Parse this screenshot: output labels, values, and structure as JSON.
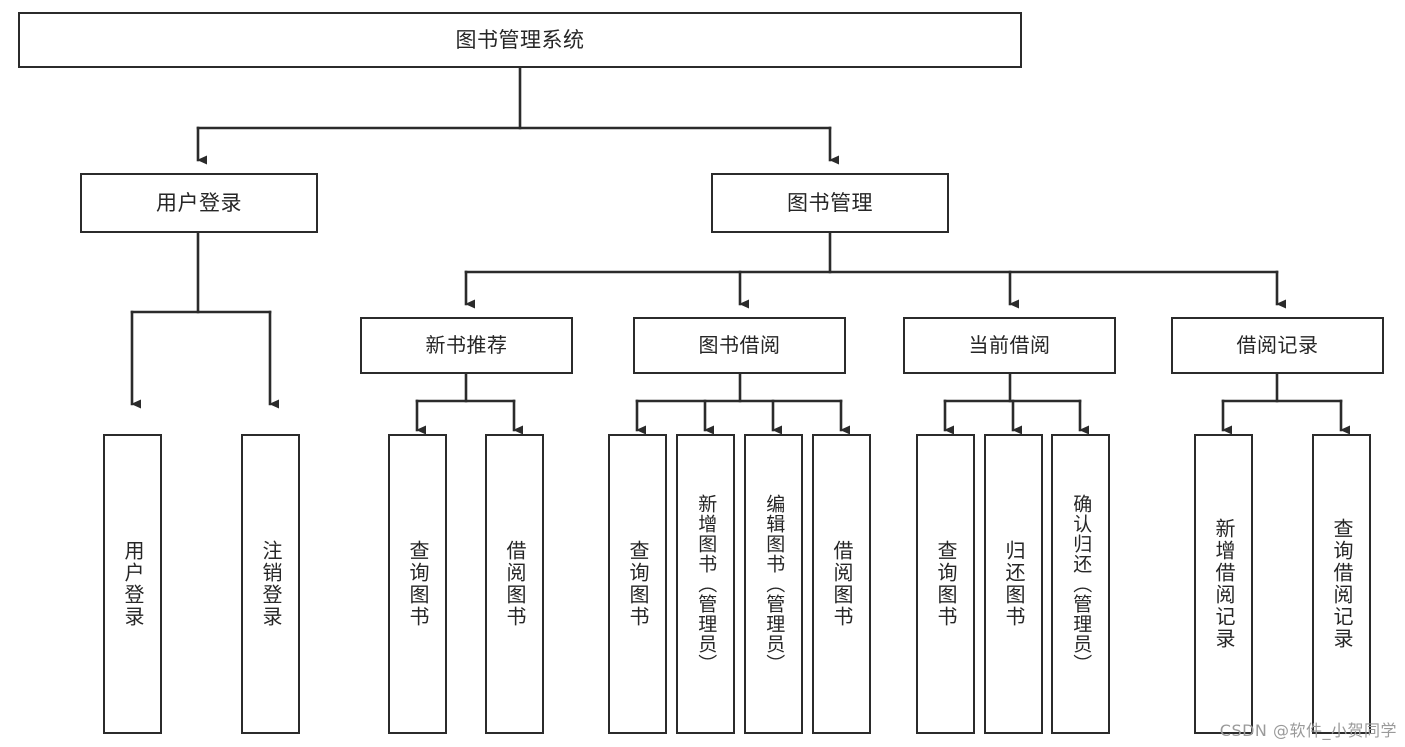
{
  "diagram": {
    "title": "图书管理系统",
    "type": "tree-hierarchy",
    "watermark": "CSDN @软件_小贺同学",
    "colors": {
      "background": "#ffffff",
      "node_border": "#2b2b2b",
      "node_fill": "#ffffff",
      "text": "#262626",
      "edge": "#2b2b2b",
      "watermark": "#9a9a9a"
    },
    "root": {
      "label": "图书管理系统"
    },
    "level1": [
      {
        "label": "用户登录"
      },
      {
        "label": "图书管理"
      }
    ],
    "level2": [
      {
        "label": "新书推荐"
      },
      {
        "label": "图书借阅"
      },
      {
        "label": "当前借阅"
      },
      {
        "label": "借阅记录"
      }
    ],
    "leaves": {
      "user_login": [
        {
          "label": "用户登录"
        },
        {
          "label": "注销登录"
        }
      ],
      "new_book": [
        {
          "label": "查询图书"
        },
        {
          "label": "借阅图书"
        }
      ],
      "book_borrow": [
        {
          "label": "查询图书"
        },
        {
          "label": "新增图书（管理员）"
        },
        {
          "label": "编辑图书（管理员）"
        },
        {
          "label": "借阅图书"
        }
      ],
      "current_borrow": [
        {
          "label": "查询图书"
        },
        {
          "label": "归还图书"
        },
        {
          "label": "确认归还（管理员）"
        }
      ],
      "borrow_record": [
        {
          "label": "新增借阅记录"
        },
        {
          "label": "查询借阅记录"
        }
      ]
    }
  }
}
